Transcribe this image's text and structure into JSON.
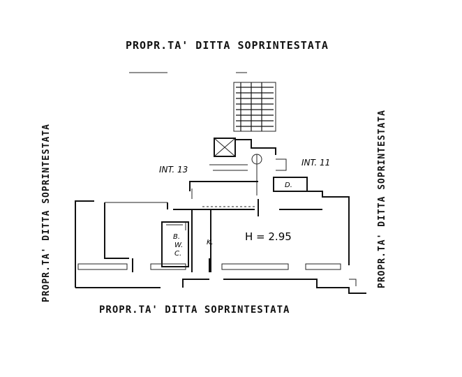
{
  "labels": {
    "top": "PROPR.TA' DITTA SOPRINTESTATA",
    "bottom": "PROPR.TA' DITTA SOPRINTESTATA",
    "left": "PROPR.TA' DITTA SOPRINTESTATA",
    "right": "PROPR.TA' DITTA SOPRINTESTATA",
    "int_left": "INT. 13",
    "int_right": "INT. 11",
    "height": "H = 2.95",
    "room_k": "K.",
    "room_bwc": "B. W. C.",
    "room_b_b": "B.",
    "room_b_w": "W.",
    "room_b_c": "C.",
    "room_d": "D."
  },
  "colors": {
    "ink": "#111111",
    "paper": "#ffffff"
  }
}
